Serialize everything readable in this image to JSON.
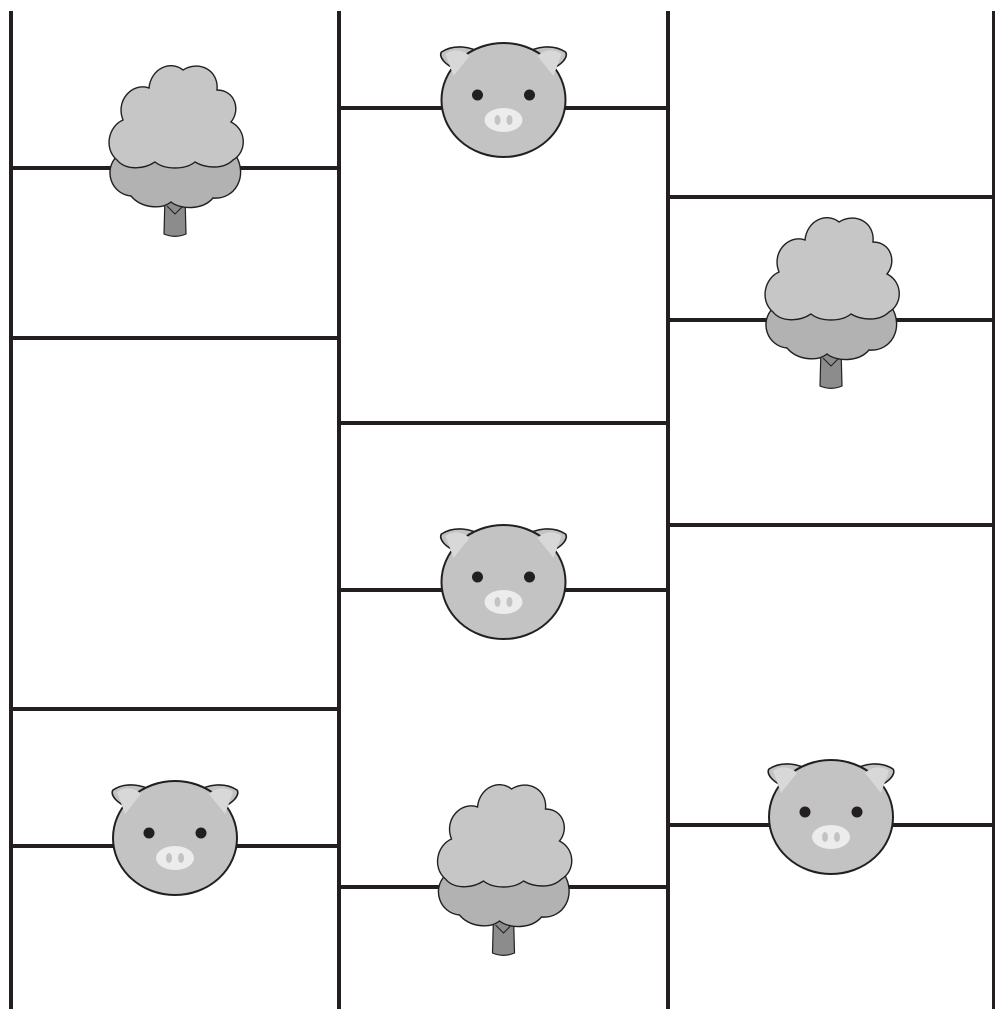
{
  "game": {
    "type": "amidakuji",
    "columns": 4,
    "colors": {
      "background": "#ffffff",
      "line": "#231f20",
      "pig_face": "#c3c3c3",
      "pig_ear_inner": "#d8d8d8",
      "pig_outline": "#231f20",
      "pig_snout": "#ececec",
      "tree_foliage_top": "#c6c6c6",
      "tree_foliage_bottom": "#b2b2b2",
      "tree_trunk": "#8c8c8c"
    },
    "rungs": [
      {
        "between": [
          0,
          1
        ],
        "level": 1,
        "item": "tree"
      },
      {
        "between": [
          0,
          1
        ],
        "level": 2,
        "item": null
      },
      {
        "between": [
          0,
          1
        ],
        "level": 5,
        "item": null
      },
      {
        "between": [
          0,
          1
        ],
        "level": 6,
        "item": "pig"
      },
      {
        "between": [
          1,
          2
        ],
        "level": 0,
        "item": "pig"
      },
      {
        "between": [
          1,
          2
        ],
        "level": 3,
        "item": null
      },
      {
        "between": [
          1,
          2
        ],
        "level": 4,
        "item": "pig"
      },
      {
        "between": [
          1,
          2
        ],
        "level": 7,
        "item": "tree"
      },
      {
        "between": [
          2,
          3
        ],
        "level": 1,
        "item": null
      },
      {
        "between": [
          2,
          3
        ],
        "level": 2,
        "item": "tree"
      },
      {
        "between": [
          2,
          3
        ],
        "level": 3,
        "item": null
      },
      {
        "between": [
          2,
          3
        ],
        "level": 5,
        "item": "pig"
      }
    ]
  }
}
